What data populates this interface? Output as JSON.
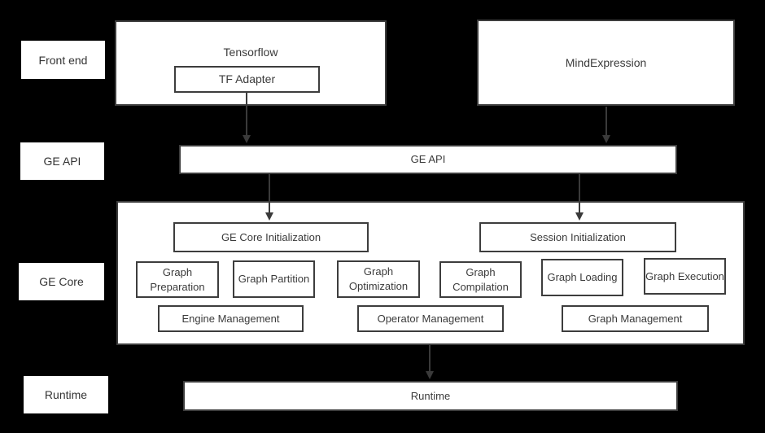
{
  "diagram": {
    "row_labels": {
      "front_end": "Front end",
      "ge_api": "GE API",
      "ge_core": "GE Core",
      "runtime": "Runtime"
    },
    "front_end": {
      "tensorflow": "Tensorflow",
      "tf_adapter": "TF Adapter",
      "mind_expression": "MindExpression"
    },
    "api_bar": "GE API",
    "ge_core": {
      "ge_core_initialization": "GE Core Initialization",
      "session_initialization": "Session Initialization",
      "stages": [
        "Graph Preparation",
        "Graph Partition",
        "Graph Optimization",
        "Graph Compilation",
        "Graph Loading",
        "Graph Execution"
      ],
      "management": [
        "Engine Management",
        "Operator Management",
        "Graph Management"
      ]
    },
    "runtime_bar": "Runtime",
    "colors": {
      "background": "#000000",
      "box_fill": "#ffffff",
      "box_border": "#3d3d3d",
      "text": "#3b3b3b",
      "arrow": "#3a3a3a"
    }
  }
}
